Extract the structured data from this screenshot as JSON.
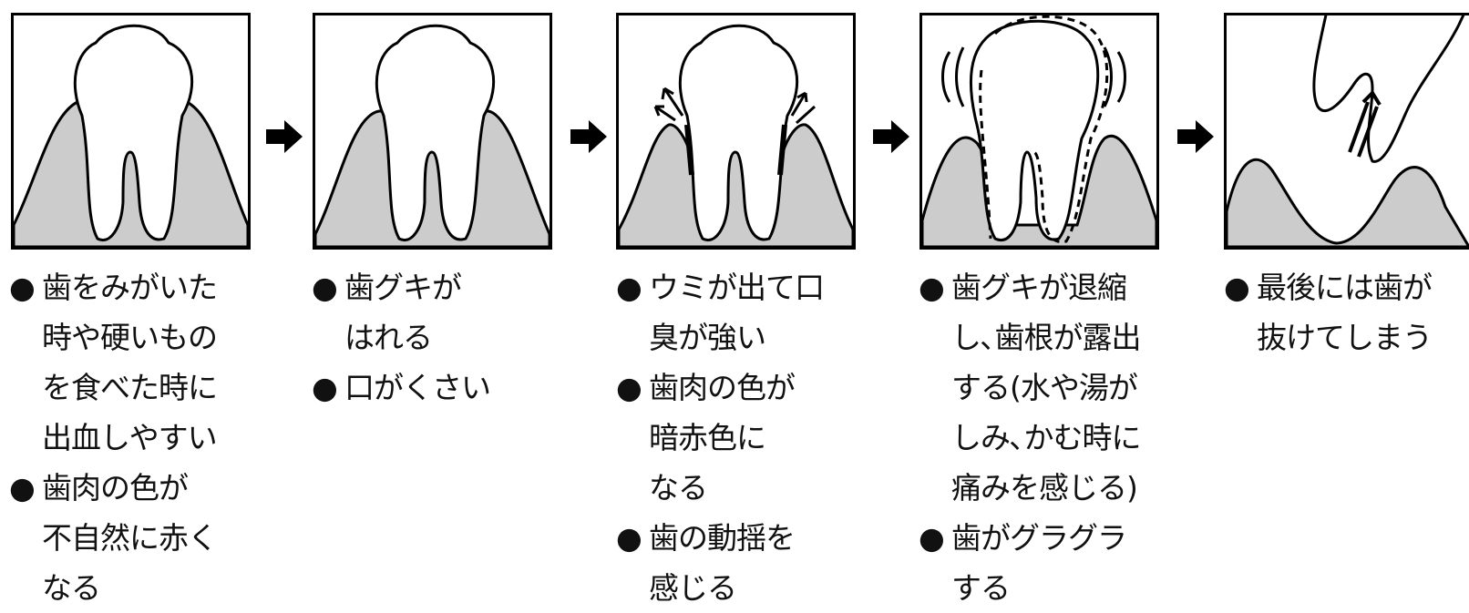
{
  "colors": {
    "gum": "#cccccc",
    "outline": "#000000",
    "background": "#ffffff"
  },
  "icons": {
    "bullet": "black-circle-bullet",
    "arrow": "right-arrow-icon"
  },
  "stages": [
    {
      "id": "stage-1",
      "items": [
        {
          "bullet": "●",
          "lines": [
            "歯をみがいた",
            "時や硬いもの",
            "を食べた時に",
            "出血しやすい"
          ]
        },
        {
          "bullet": "●",
          "lines": [
            "歯肉の色が",
            "不自然に赤く",
            "なる"
          ]
        }
      ]
    },
    {
      "id": "stage-2",
      "items": [
        {
          "bullet": "●",
          "lines": [
            "歯グキが",
            "はれる"
          ]
        },
        {
          "bullet": "●",
          "lines": [
            "口がくさい"
          ]
        }
      ]
    },
    {
      "id": "stage-3",
      "items": [
        {
          "bullet": "●",
          "lines": [
            "ウミが出て口",
            "臭が強い"
          ]
        },
        {
          "bullet": "●",
          "lines": [
            "歯肉の色が",
            "暗赤色に",
            "なる"
          ]
        },
        {
          "bullet": "●",
          "lines": [
            "歯の動揺を",
            "感じる"
          ]
        }
      ]
    },
    {
      "id": "stage-4",
      "items": [
        {
          "bullet": "●",
          "lines": [
            "歯グキが退縮",
            "し､歯根が露出",
            "する(水や湯が",
            "しみ､かむ時に",
            "痛みを感じる)"
          ]
        },
        {
          "bullet": "●",
          "lines": [
            "歯がグラグラ",
            "する"
          ]
        }
      ]
    },
    {
      "id": "stage-5",
      "items": [
        {
          "bullet": "●",
          "lines": [
            "最後には歯が",
            "抜けてしまう"
          ]
        }
      ]
    }
  ]
}
